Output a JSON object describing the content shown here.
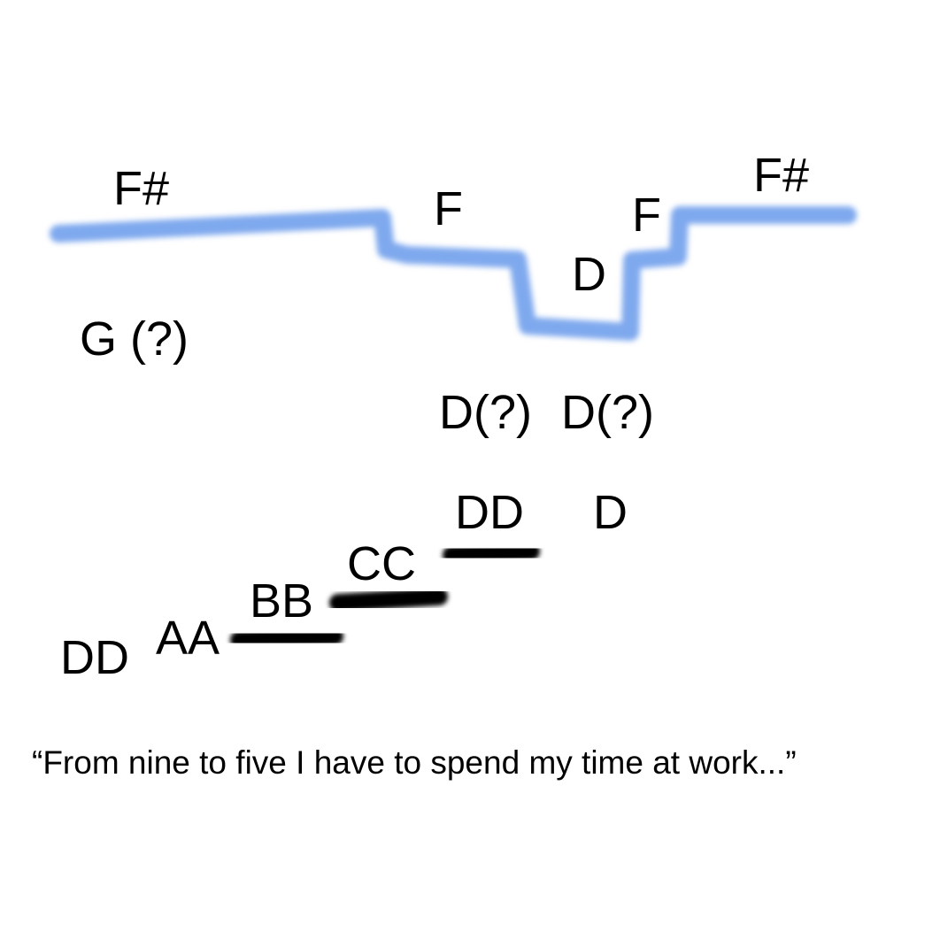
{
  "colors": {
    "background": "#ffffff",
    "upper_voice": "#7fa9ee",
    "middle_voice": "#ee1111",
    "lower_voice": "#000000",
    "text": "#000000"
  },
  "voices": {
    "upper": {
      "color_key": "upper_voice",
      "labels": [
        "F#",
        "F",
        "D",
        "F",
        "F#"
      ]
    },
    "middle": {
      "color_key": "middle_voice",
      "labels": [
        "G (?)",
        "D(?)",
        "D(?)"
      ]
    },
    "lower": {
      "color_key": "lower_voice",
      "labels": [
        "DD",
        "AA",
        "BB",
        "CC",
        "DD",
        "D"
      ]
    }
  },
  "caption": "“From nine to five I have to spend my time at work...”"
}
